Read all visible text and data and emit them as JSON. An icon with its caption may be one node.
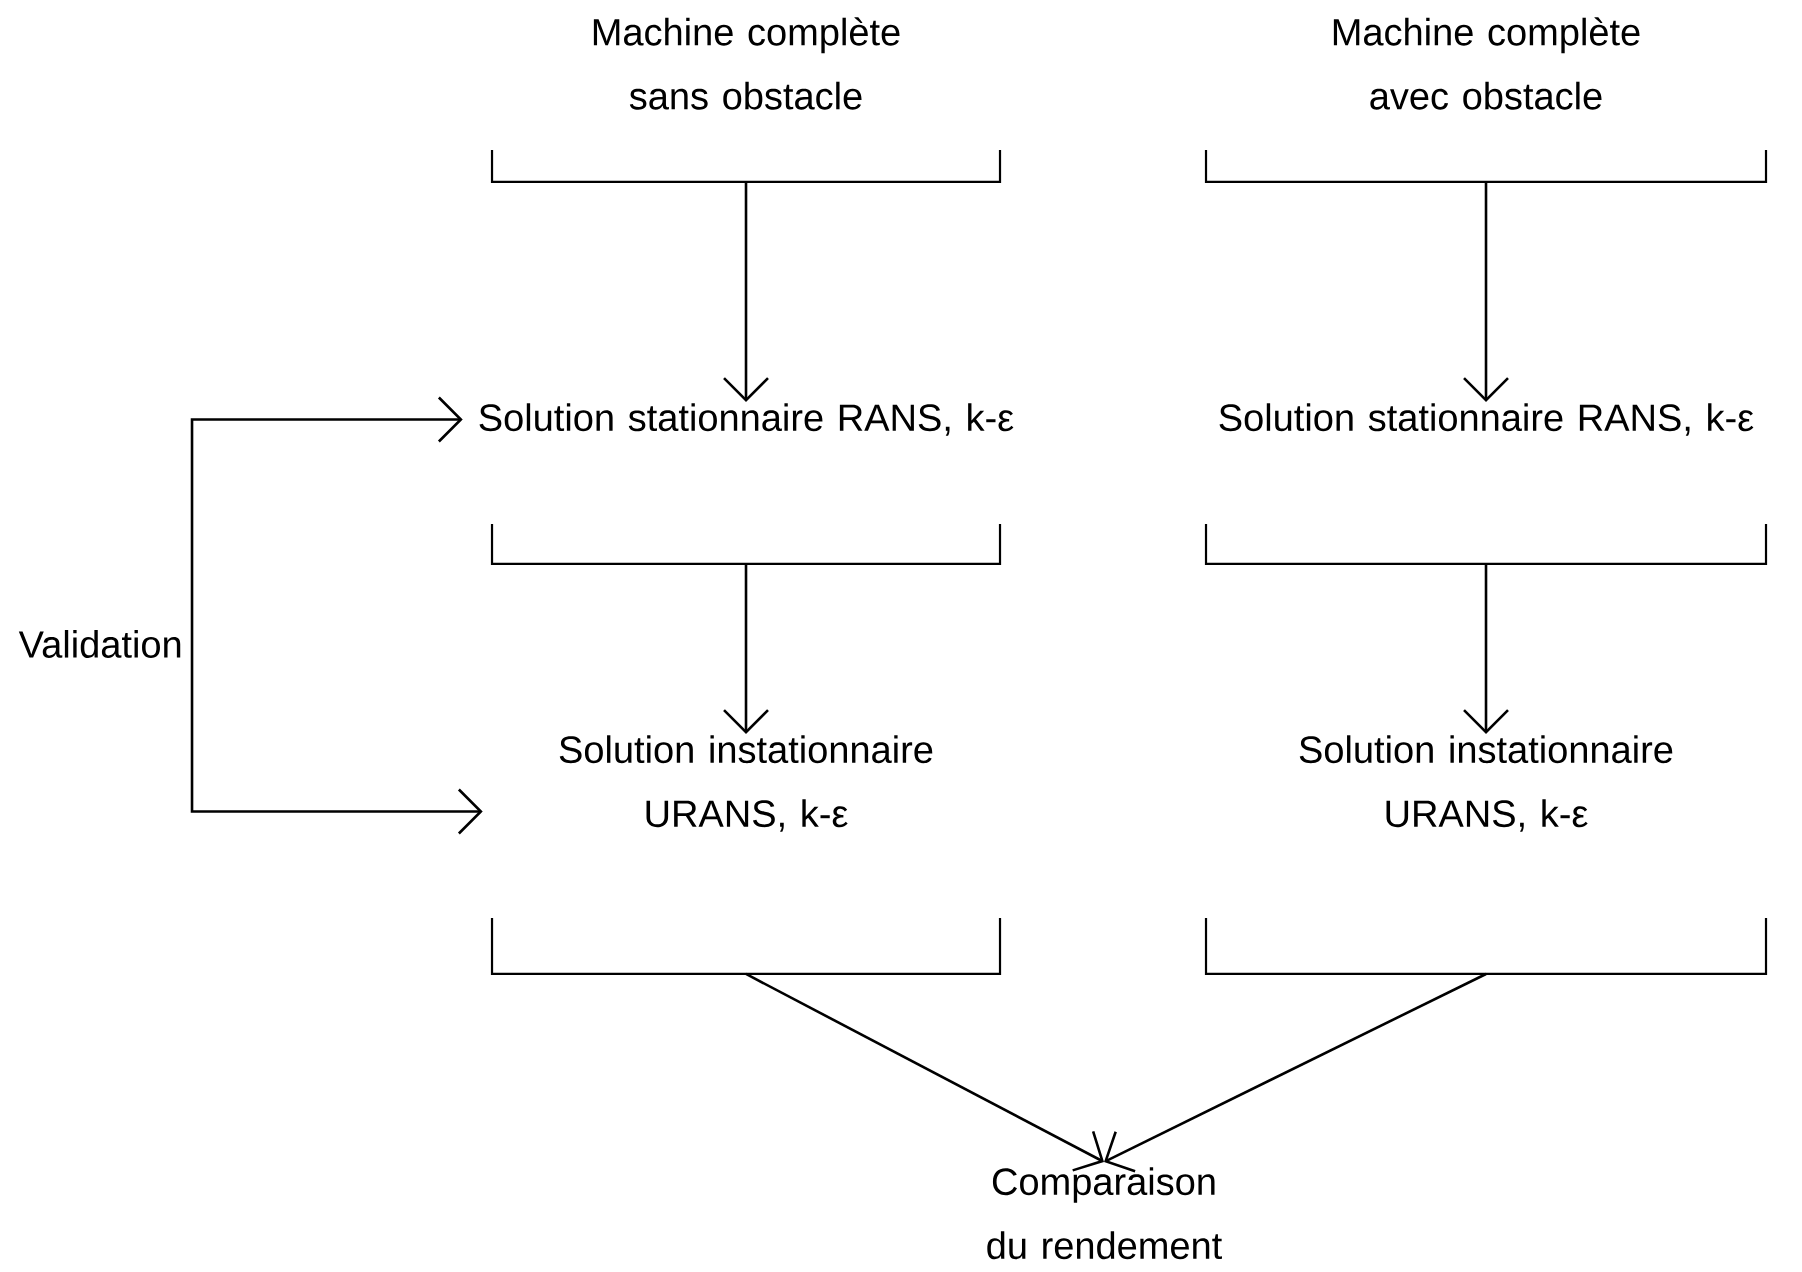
{
  "diagram": {
    "nodes": [
      {
        "text": [
          "Machine complète sans obstacle"
        ]
      },
      {
        "text": [
          "Machine complète avec obstacle"
        ]
      },
      {
        "text": [
          "Solution stationnaire RANS, k-ε"
        ]
      },
      {
        "text": [
          "Solution stationnaire RANS, k-ε"
        ]
      },
      {
        "text": [
          "Solution instationnaire URANS, k-ε"
        ]
      },
      {
        "text": [
          "Solution instationnaire URANS, k-ε"
        ]
      },
      {
        "text": [
          "Comparaison du rendement"
        ]
      },
      {
        "text": [
          "Validation"
        ]
      }
    ],
    "edges": [
      {
        "from": 0,
        "to": 2,
        "arrow": "to"
      },
      {
        "from": 1,
        "to": 3,
        "arrow": "to"
      },
      {
        "from": 2,
        "to": 4,
        "arrow": "to"
      },
      {
        "from": 3,
        "to": 5,
        "arrow": "to"
      },
      {
        "from": 4,
        "to": 6,
        "arrow": "to"
      },
      {
        "from": 5,
        "to": 6,
        "arrow": "to"
      },
      {
        "from": 7,
        "to": 2,
        "arrow": "to"
      },
      {
        "from": 7,
        "to": 4,
        "arrow": "to"
      }
    ]
  }
}
